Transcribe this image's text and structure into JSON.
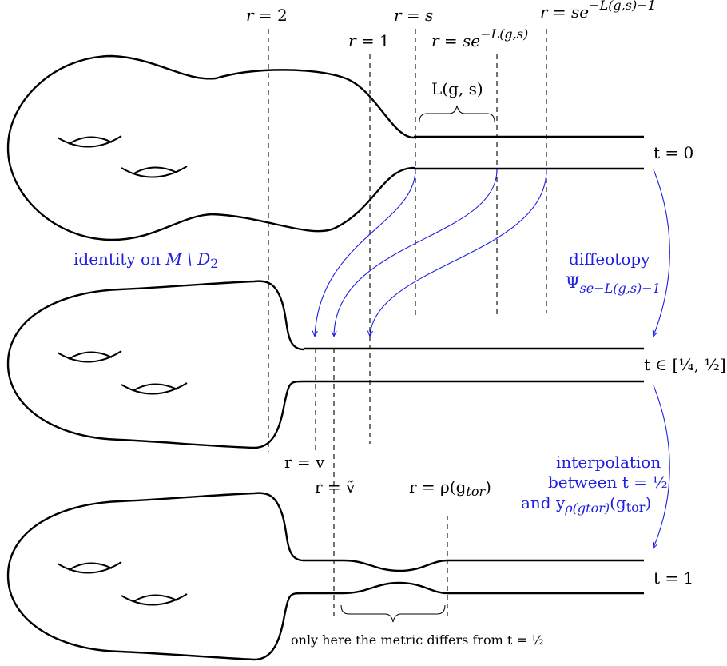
{
  "colors": {
    "ink": "#000000",
    "annotation": "#1f1fe0"
  },
  "top": {
    "r2": "r = 2",
    "rs": "r = s",
    "r1": "r = 1",
    "rse": "r = se",
    "rse_exp": "−L(g,s)",
    "rse1": "r = se",
    "rse1_exp": "−L(g,s)−1",
    "brace_label": "L(g, s)",
    "t0": "t = 0"
  },
  "middle": {
    "identity_text": "identity on ",
    "identity_math": "M \\ D",
    "identity_sub": "2",
    "diffeo_line1": "diffeotopy",
    "diffeo_psi": "Ψ",
    "diffeo_sub": "se−L(g,s)−1",
    "t_interval": "t ∈ [¼, ½]",
    "rv": "r = v",
    "rvt": "r = ṽ",
    "rho": "r = ρ(g",
    "rho_sub": "tor",
    "rho_close": ")"
  },
  "interp": {
    "line1": "interpolation",
    "line2": "between t = ½",
    "line3a": "and y",
    "line3_sub": "ρ(gtor)",
    "line3b": "(g",
    "line3_sub2": "tor",
    "line3c": ")"
  },
  "bottom": {
    "t1": "t = 1",
    "note": "only here the metric differs from t = ½"
  }
}
